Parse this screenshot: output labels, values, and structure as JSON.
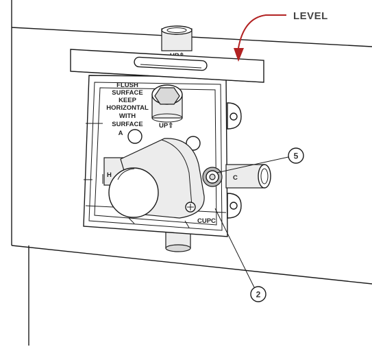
{
  "labels": {
    "level": "LEVEL",
    "callout_5": "5",
    "callout_2": "2"
  },
  "embossed_text": {
    "instruction_lines": [
      "FLUSH",
      "SURFACE",
      "KEEP",
      "HORIZONTAL",
      "WITH",
      "SURFACE",
      "A"
    ],
    "up_marker": "UP⇧",
    "top_stub_marker": "UP⇧",
    "cupc": "CUPC",
    "h_mark": "H",
    "c_mark": "C"
  },
  "colors": {
    "arrow": "#b22222",
    "line": "#1a1a1a",
    "callout_text": "#333333",
    "label_text": "#444444"
  },
  "icons": {
    "level_arrow": "curved-arrow-icon",
    "hex_cap": "hex-nut-icon",
    "screw": "phillips-screw-icon"
  }
}
